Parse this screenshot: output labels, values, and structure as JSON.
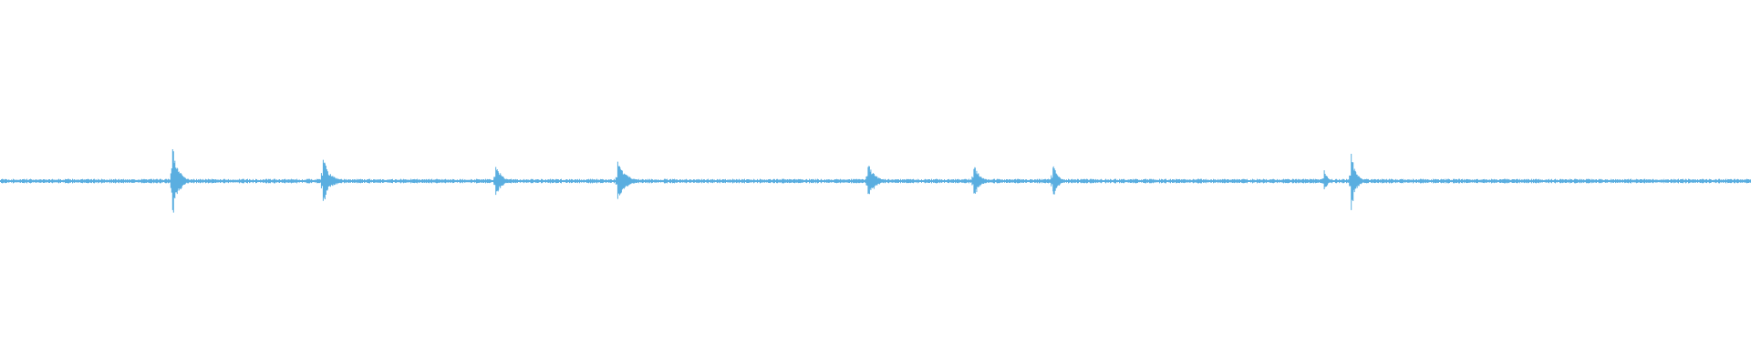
{
  "waveform": {
    "color": "#5aaee0",
    "background": "#ffffff",
    "baseline_level": 0.0,
    "noise_level": 0.012,
    "transients": [
      {
        "position": 0.0986,
        "peak": 0.2,
        "decay": 0.01
      },
      {
        "position": 0.1846,
        "peak": 0.13,
        "decay": 0.012
      },
      {
        "position": 0.2832,
        "peak": 0.1,
        "decay": 0.01
      },
      {
        "position": 0.3528,
        "peak": 0.11,
        "decay": 0.014
      },
      {
        "position": 0.4958,
        "peak": 0.1,
        "decay": 0.012
      },
      {
        "position": 0.5562,
        "peak": 0.1,
        "decay": 0.01
      },
      {
        "position": 0.6014,
        "peak": 0.1,
        "decay": 0.008
      },
      {
        "position": 0.7563,
        "peak": 0.06,
        "decay": 0.006
      },
      {
        "position": 0.7717,
        "peak": 0.16,
        "decay": 0.008
      }
    ]
  }
}
